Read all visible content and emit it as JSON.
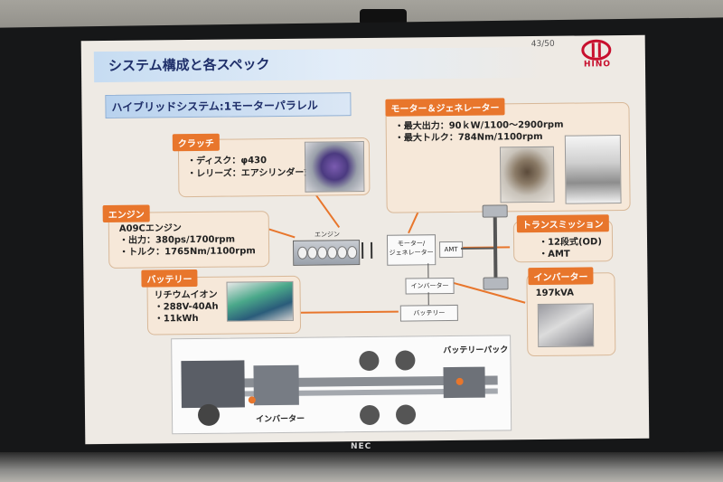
{
  "slide": {
    "page_number": "43/50",
    "brand": "HINO",
    "title": "システム構成と各スペック",
    "subtitle": "ハイブリッドシステム:1モーターパラレル"
  },
  "clutch": {
    "tag": "クラッチ",
    "lines": [
      "・ディスク：φ430",
      "・レリーズ：エアシリンダー式"
    ]
  },
  "engine": {
    "tag": "エンジン",
    "lines": [
      "A09Cエンジン",
      "・出力：380ps/1700rpm",
      "・トルク：1765Nm/1100rpm"
    ]
  },
  "battery": {
    "tag": "バッテリー",
    "lines": [
      "リチウムイオン",
      "・288V-40Ah",
      "・11kWh"
    ]
  },
  "motor": {
    "tag": "モーター＆ジェネレーター",
    "lines": [
      "・最大出力：90ｋW/1100～2900rpm",
      "・最大トルク：784Nm/1100rpm"
    ]
  },
  "transmission": {
    "tag": "トランスミッション",
    "lines": [
      "・12段式(OD)",
      "・AMT"
    ]
  },
  "inverter": {
    "tag": "インバーター",
    "lines": [
      "197kVA"
    ]
  },
  "diagram": {
    "engine_label": "エンジン",
    "motor_gen_label_1": "モーター/",
    "motor_gen_label_2": "ジェネレーター",
    "amt_label": "AMT",
    "inverter_label": "インバーター",
    "battery_label": "バッテリー"
  },
  "chassis": {
    "battery_pack_label": "バッテリーパック",
    "inverter_label": "インバーター"
  },
  "monitor": {
    "brand": "NEC"
  },
  "colors": {
    "accent": "#e8762c",
    "title": "#1f2f6a",
    "box_bg": "#f6e8d9",
    "hino_red": "#c8102e"
  }
}
